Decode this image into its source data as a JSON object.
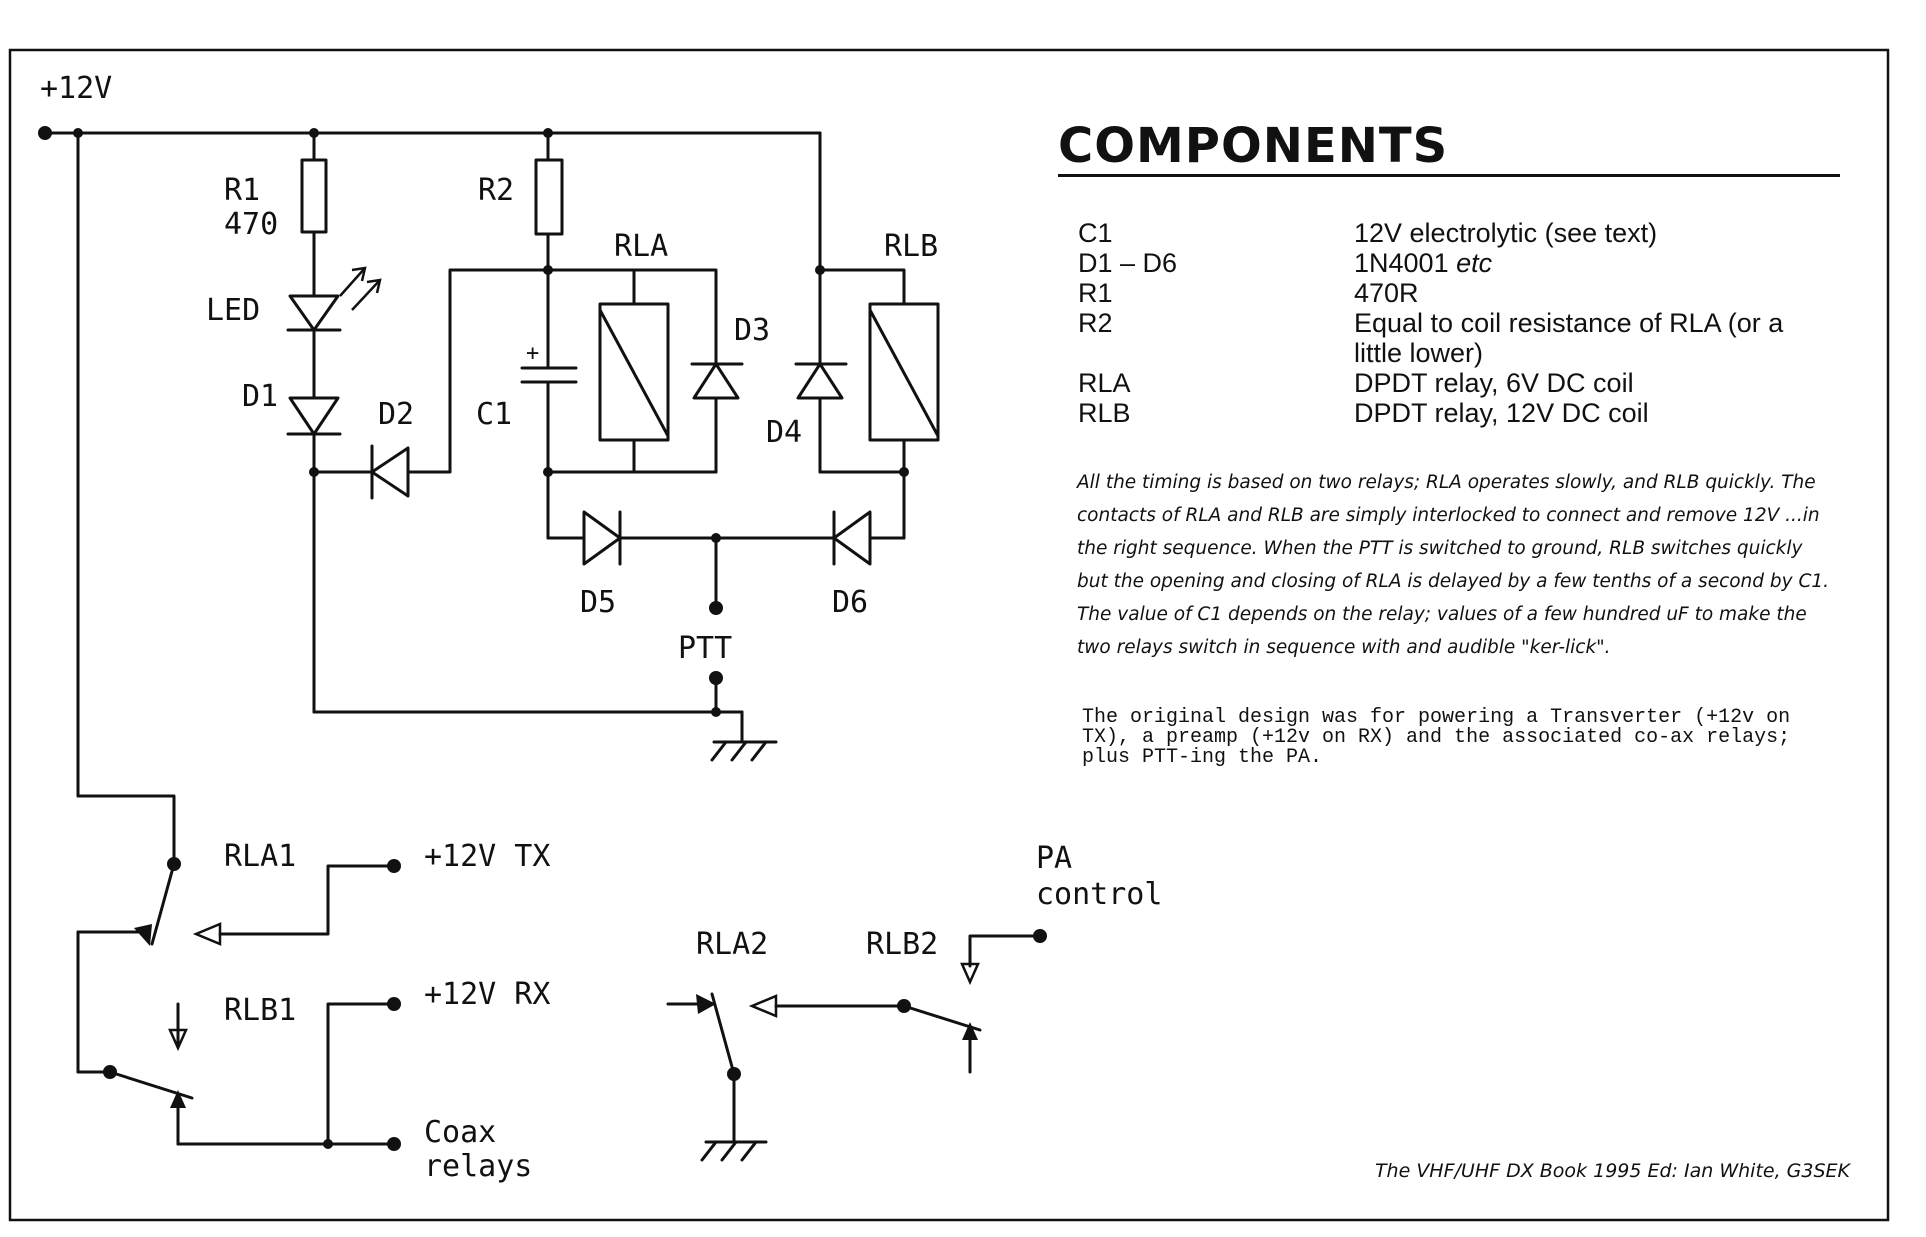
{
  "schematic": {
    "supply_label": "+12V",
    "r1_ref": "R1",
    "r1_value": "470",
    "r2_ref": "R2",
    "led_label": "LED",
    "d1_label": "D1",
    "d2_label": "D2",
    "d3_label": "D3",
    "d4_label": "D4",
    "d5_label": "D5",
    "d6_label": "D6",
    "c1_label": "C1",
    "c1_polarity": "+",
    "rla_label": "RLA",
    "rlb_label": "RLB",
    "ptt_label": "PTT",
    "rla1_label": "RLA1",
    "rlb1_label": "RLB1",
    "rla2_label": "RLA2",
    "rlb2_label": "RLB2",
    "tx_label": "+12V  TX",
    "rx_label": "+12V  RX",
    "coax_line1": "Coax",
    "coax_line2": "relays",
    "pa_line1": "PA",
    "pa_line2": "control"
  },
  "components": {
    "title": "COMPONENTS",
    "rows": [
      {
        "ref": "C1",
        "value": "12V electrolytic (see text)"
      },
      {
        "ref": "D1 – D6",
        "value": "1N4001",
        "value_em": "etc"
      },
      {
        "ref": "R1",
        "value": "470R"
      },
      {
        "ref": "R2",
        "value": "Equal to coil resistance of RLA (or a little lower)"
      },
      {
        "ref": "RLA",
        "value": "DPDT relay, 6V DC coil"
      },
      {
        "ref": "RLB",
        "value": "DPDT relay, 12V DC coil"
      }
    ]
  },
  "description": "All the timing is based on two relays; RLA operates slowly, and RLB quickly. The contacts of  RLA and RLB are simply interlocked to connect and remove 12V ...in the right sequence. When the PTT is switched to ground, RLB switches quickly but the opening and closing of RLA is delayed by a few tenths of a second by C1. The value of C1 depends on the relay; values of a few hundred uF to make the two relays switch in sequence with and audible \"ker-lick\".",
  "note": "The original design was for powering a Transverter (+12v on TX), a preamp (+12v on RX) and the associated co-ax relays; plus PTT-ing the PA.",
  "credit": "The VHF/UHF DX Book 1995 Ed: Ian White, G3SEK"
}
